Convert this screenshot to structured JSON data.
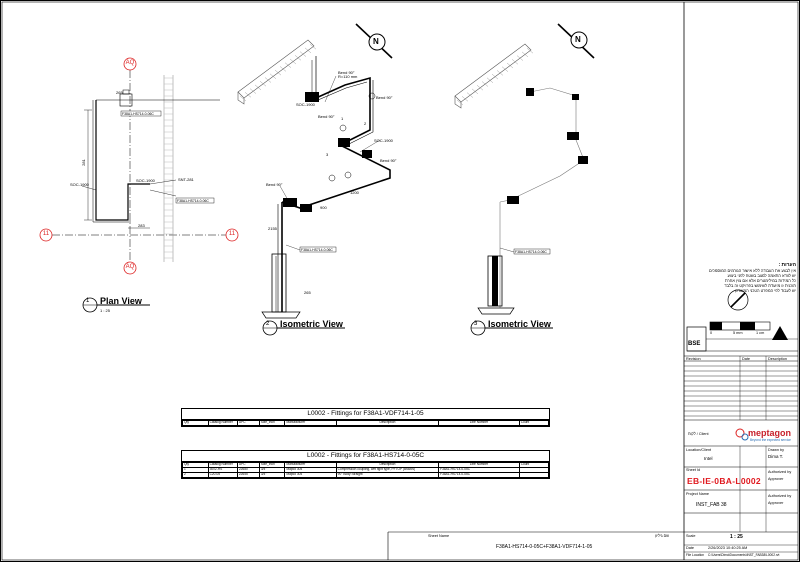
{
  "north_marks": [
    "N",
    "N"
  ],
  "grid": {
    "aq_top": "AQ",
    "aq_bottom": "AQ",
    "row_left": "11",
    "row_right": "11"
  },
  "plan": {
    "number": "1",
    "title": "Plan View",
    "scale": "1 : 25",
    "dims": [
      "281",
      "283",
      "265"
    ],
    "callouts": [
      "SOC-1900",
      "SOC-1900",
      "SNT-281",
      "F38A1-HS714-0-06C",
      "F38A1-HS714-0-06C"
    ]
  },
  "iso1": {
    "number": "2",
    "title": "Isometric View",
    "callouts": [
      "Bend 90°",
      "R=110 mm",
      "Bend 90°",
      "SOC-1900",
      "Bend 90°",
      "Bend 90°",
      "SOC-1900",
      "Bend 90°",
      "F38A1-HS714-0-06C"
    ],
    "dims": [
      "1",
      "2",
      "3",
      "1200",
      "900",
      "2155",
      "265"
    ]
  },
  "iso2": {
    "number": "3",
    "title": "Isometric View",
    "callouts": [
      "F38A1-HS714-0-06C"
    ]
  },
  "table1": {
    "title": "L0002 - Fittings for F38A1-VDF714-1-05",
    "headers": [
      "Qty",
      "Catalog Number",
      "UPC",
      "Size_Inch",
      "Manufacturer",
      "Description",
      "Line Number",
      "Count"
    ]
  },
  "table2": {
    "title": "L0002 - Fittings for F38A1-HS714-0-05C",
    "headers": [
      "Qty",
      "Catalog Number",
      "UPC",
      "Size_Inch",
      "Manufacturer",
      "Description",
      "Line Number",
      "Count"
    ],
    "rows": [
      [
        "1",
        "3002-HS",
        "22680",
        "3/4\"",
        "Mapco 304",
        "Compression coupling, wet fight type, PFTOP (Brazos)",
        "F38A1-HS714-0-05C",
        ""
      ],
      [
        "2",
        "C20-05",
        "22655",
        "3/4\"",
        "Mapco 304",
        "90° Body Straight",
        "F38A1-HS714-0-05C",
        ""
      ]
    ]
  },
  "title_block": {
    "notes_title": "הערות :",
    "notes": [
      "אין לבצע את העבודה ללא אישור הגורמים המוסמכים",
      "יש לוודא התאמה למצב בשטח לפני ביצוע",
      "כל המידות במילימטרים אלא אם צוין אחרת",
      "תוכנית זו מיועדת לשימוש בפרויקט זה בלבד",
      "יש לעבוד לפי המפרט הטכני המעודכן"
    ],
    "scale_bar": [
      "0",
      "5 mm",
      "1 cm"
    ],
    "firm": "BSE",
    "revision_header": [
      "Revision",
      "Date",
      "Description"
    ],
    "client_note": "לקוח / Client",
    "company": "meptagon",
    "company_tag": "Beyond the expected service",
    "location_label": "Location/Client",
    "location_value": "Intel",
    "drawn_label": "Drawn by",
    "drawn_value": "Dima T.",
    "sheet_label": "Sheet Id",
    "sheet_number": "EB-IE-0BA-L0002",
    "project_label": "Project Name",
    "project_value": "INST_FAB 38",
    "approved_label": "Authorized by",
    "approved_value": "Approver",
    "checked_label": "Authorized by",
    "checked_value": "Approver",
    "scale_label": "Scale",
    "scale_value": "1 : 25",
    "date_label": "Date",
    "date_value": "2/26/2023 10:40:25 AM",
    "file_label": "File Location",
    "file_value": "C:\\Users\\Dima\\Documents\\INST_FAB38\\L0002.rvt",
    "sheet_name_label": "Sheet Name",
    "sheet_name_heb": "שם גיליון",
    "sheet_name_value": "F38A1-HS714-0-05C+F38A1-VDF714-1-05"
  }
}
